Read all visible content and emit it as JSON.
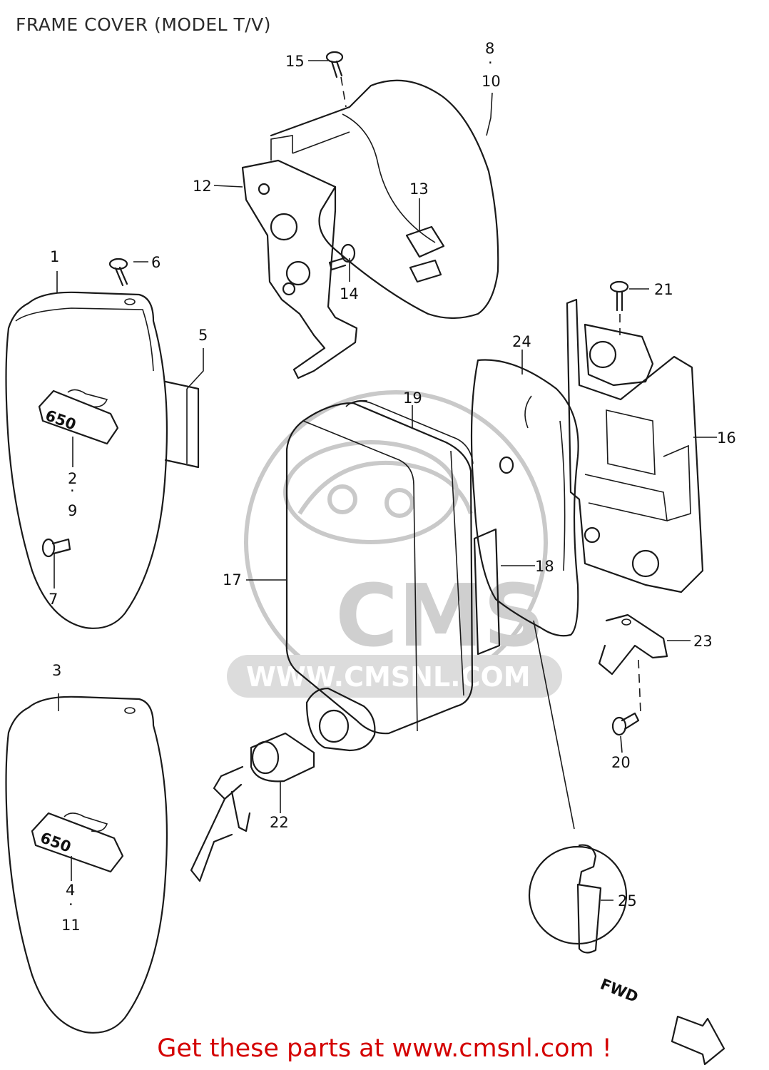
{
  "title": "FRAME COVER (MODEL T/V)",
  "footer": "Get these parts at www.cmsnl.com !",
  "watermark": {
    "logo_text": "CMS",
    "url_text": "WWW.CMSNL.COM"
  },
  "fwd_label": "FWD",
  "colors": {
    "footer": "#d40000",
    "line": "#1a1a1a",
    "watermark": "#c9c9c9"
  },
  "callouts": [
    {
      "id": "c1",
      "label": "1"
    },
    {
      "id": "c2",
      "label": "2"
    },
    {
      "id": "c9",
      "label": "9"
    },
    {
      "id": "c3",
      "label": "3"
    },
    {
      "id": "c4",
      "label": "4"
    },
    {
      "id": "c11",
      "label": "11"
    },
    {
      "id": "c5",
      "label": "5"
    },
    {
      "id": "c6",
      "label": "6"
    },
    {
      "id": "c7",
      "label": "7"
    },
    {
      "id": "c8",
      "label": "8"
    },
    {
      "id": "c10",
      "label": "10"
    },
    {
      "id": "c12",
      "label": "12"
    },
    {
      "id": "c13",
      "label": "13"
    },
    {
      "id": "c14",
      "label": "14"
    },
    {
      "id": "c15",
      "label": "15"
    },
    {
      "id": "c16",
      "label": "16"
    },
    {
      "id": "c17",
      "label": "17"
    },
    {
      "id": "c18",
      "label": "18"
    },
    {
      "id": "c19",
      "label": "19"
    },
    {
      "id": "c20",
      "label": "20"
    },
    {
      "id": "c21",
      "label": "21"
    },
    {
      "id": "c22",
      "label": "22"
    },
    {
      "id": "c23",
      "label": "23"
    },
    {
      "id": "c24",
      "label": "24"
    },
    {
      "id": "c25",
      "label": "25"
    }
  ]
}
